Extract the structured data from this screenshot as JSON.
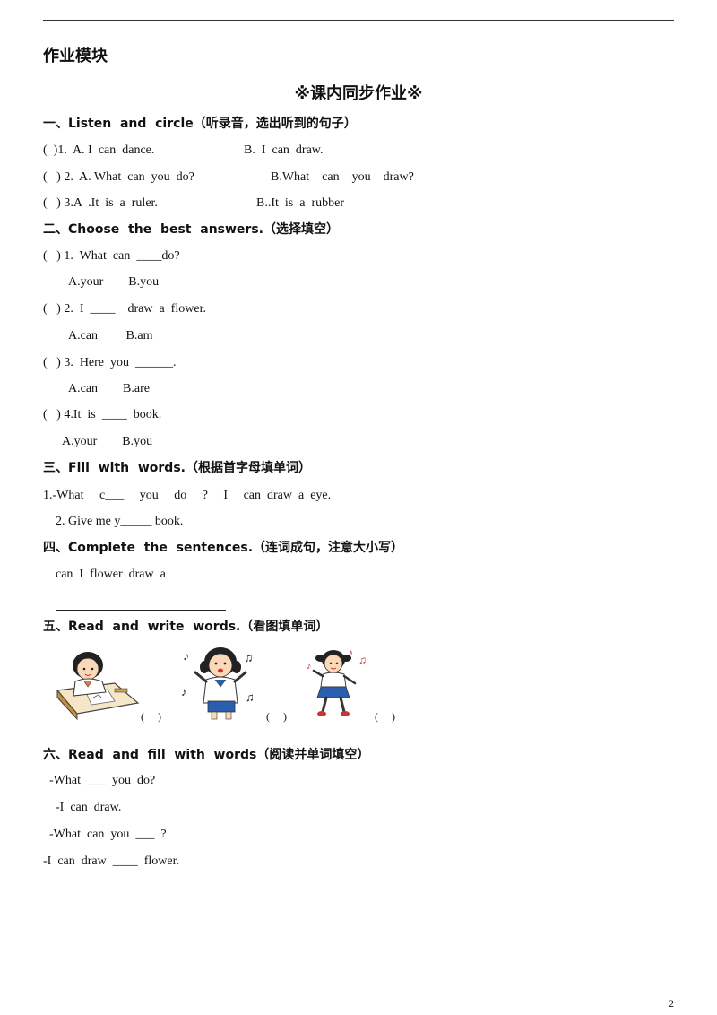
{
  "header": {
    "module_title": "作业模块",
    "title": "※课内同步作业※"
  },
  "sec1": {
    "heading": "一、Listen  and  circle（听录音，选出听到的句子）",
    "items": [
      {
        "q": "(  )1.  A. I  can  dance.",
        "b": "B.  I  can  draw."
      },
      {
        "q": "(   ) 2.  A. What  can  you  do?",
        "b": "B.What    can    you    draw?"
      },
      {
        "q": "(   ) 3.A  .It  is  a  ruler.",
        "b": "B..It  is  a  rubber"
      }
    ]
  },
  "sec2": {
    "heading": "二、Choose  the  best  answers.（选择填空）",
    "items": [
      {
        "q": "(   ) 1.  What  can  ____do?",
        "opts": "A.your        B.you"
      },
      {
        "q": "(   ) 2.  I  ____    draw  a  flower.",
        "opts": "A.can         B.am"
      },
      {
        "q": "(   ) 3.  Here  you  ______.",
        "opts": "A.can        B.are"
      },
      {
        "q": "(   ) 4.It  is  ____  book.",
        "opts": "A.your        B.you"
      }
    ]
  },
  "sec3": {
    "heading": "三、Fill  with  words.（根据首字母填单词）",
    "items": [
      "1.-What     c___     you     do     ?     I     can  draw  a  eye.",
      "2. Give me y_____ book."
    ]
  },
  "sec4": {
    "heading": "四、Complete  the  sentences.（连词成句，注意大小写）",
    "words": "can  I  flower  draw  a"
  },
  "sec5": {
    "heading": "五、Read  and  write  words.（看图填单词）",
    "blanks": [
      "(     )",
      "(     )",
      "(     )"
    ]
  },
  "sec6": {
    "heading": "六、Read  and  fill  with  words（阅读并单词填空）",
    "lines": [
      "-What  ___  you  do?",
      "-I  can  draw.",
      "-What  can  you  ___  ?",
      "-I  can  draw  ____  flower."
    ]
  },
  "footer": {
    "page": "2"
  }
}
